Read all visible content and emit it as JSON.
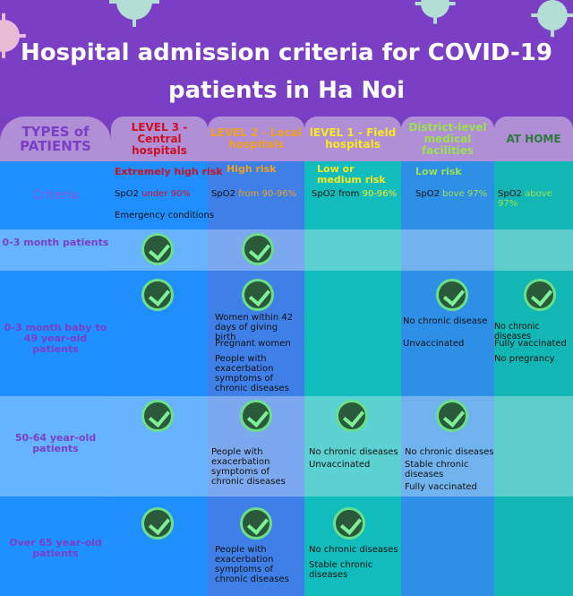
{
  "title": "Hospital admission criteria for COVID-19 patients in Ha Noi",
  "header": {
    "types": "TYPES of PATIENTS",
    "level3": "LEVEL 3 - Central hospitals",
    "level2": "LEVEL 2 - Local hospitals",
    "level1": "lEVEL 1 - Field hospitals",
    "district": "District-level medical facilities",
    "home": "AT HOME"
  },
  "criteria": {
    "label": "Criteria",
    "level3_risk": "Extremely high risk",
    "level3_spo2": "SpO2",
    "level3_spo2_value": "under 90%",
    "level3_extra": "Emergency conditions",
    "level2_risk": "High risk",
    "level2_spo2": "SpO2",
    "level2_spo2_value": "from 90-96%",
    "level1_risk": "Low or medium risk",
    "level1_spo2": "SpO2 from",
    "level1_spo2_value": "90-96%",
    "district_risk": "Low risk",
    "district_spo2": "SpO2",
    "district_spo2_value": "bove 97%",
    "home_spo2": "SpO2",
    "home_spo2_value": "above 97%"
  },
  "rows": {
    "r1": "0-3 month patients",
    "r2": "0-3 month baby to 49 year-old patients",
    "r3": "50-64 year-old patients",
    "r4": "Over 65 year-old patients"
  },
  "r2_text": {
    "l2_a": "Women within 42 days of giving birth",
    "l2_b": "Pregnant women",
    "l2_c": "People with exacerbation symptoms of chronic diseases",
    "d_a": "No chronic disease",
    "d_b": "Unvaccinated",
    "h_a": "No chronic diseases",
    "h_b": "Fully vaccinated",
    "h_c": "No pregrancy"
  },
  "r3_text": {
    "l2_a": "People with exacerbation symptoms of chronic diseases",
    "l1_a": "No chronic diseases",
    "l1_b": "Unvaccinated",
    "d_a": "No chronic diseases",
    "d_b": "Stable chronic diseases",
    "d_c": "Fully vaccinated"
  },
  "r4_text": {
    "l2_a": "People with exacerbation symptoms of chronic diseases",
    "l1_a": "No chronic diseases",
    "l1_b": "Stable chronic diseases"
  },
  "colors": {
    "purple": "#7b3fc6",
    "level3": "#cc1122",
    "level2": "#f0a020",
    "level1": "#f8e820",
    "district": "#9be050",
    "home": "#2a7a3a"
  }
}
